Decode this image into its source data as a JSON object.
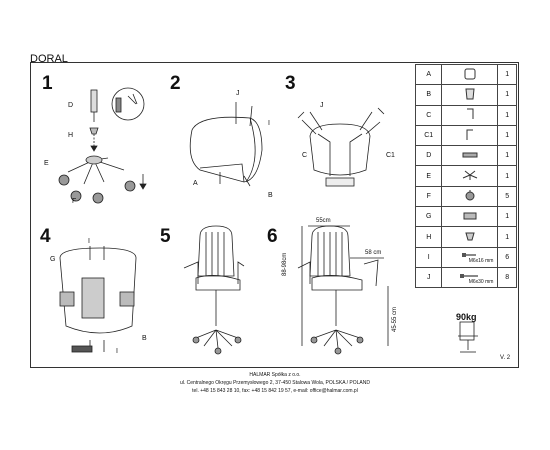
{
  "title": "DORAL",
  "steps": [
    "1",
    "2",
    "3",
    "4",
    "5",
    "6"
  ],
  "callouts": {
    "s1": [
      "D",
      "H",
      "E",
      "F"
    ],
    "s2": [
      "J",
      "I",
      "A",
      "B"
    ],
    "s3": [
      "J",
      "C",
      "C1"
    ],
    "s4": [
      "I",
      "G",
      "B",
      "I"
    ]
  },
  "dimensions": {
    "width": "55cm",
    "depth": "58 cm",
    "height": "88-98cm",
    "seat": "45-55 cm"
  },
  "parts": [
    {
      "label": "A",
      "qty": "1",
      "icon": "armrest-top-icon"
    },
    {
      "label": "B",
      "qty": "1",
      "icon": "backrest-icon"
    },
    {
      "label": "C",
      "qty": "1",
      "icon": "armrest-left-icon"
    },
    {
      "label": "C1",
      "qty": "1",
      "icon": "armrest-right-icon"
    },
    {
      "label": "D",
      "qty": "1",
      "icon": "gas-lift-icon"
    },
    {
      "label": "E",
      "qty": "1",
      "icon": "star-base-icon"
    },
    {
      "label": "F",
      "qty": "5",
      "icon": "caster-icon"
    },
    {
      "label": "G",
      "qty": "1",
      "icon": "mechanism-icon"
    },
    {
      "label": "H",
      "qty": "1",
      "icon": "cover-icon"
    },
    {
      "label": "I",
      "qty": "6",
      "icon": "bolt-icon",
      "size": "M6x16 mm"
    },
    {
      "label": "J",
      "qty": "8",
      "icon": "bolt-icon",
      "size": "M6x30 mm"
    }
  ],
  "weight": "90kg",
  "version": "V. 2",
  "footer": [
    "HALMAR Spółka z o.o.",
    "ul. Centralnego Okręgu Przemysłowego 2, 37-450 Stalowa Wola, POLSKA / POLAND",
    "tel. +48 15 843 28 10, fax: +48 15 842 19 57, e-mail: office@halmar.com.pl"
  ]
}
